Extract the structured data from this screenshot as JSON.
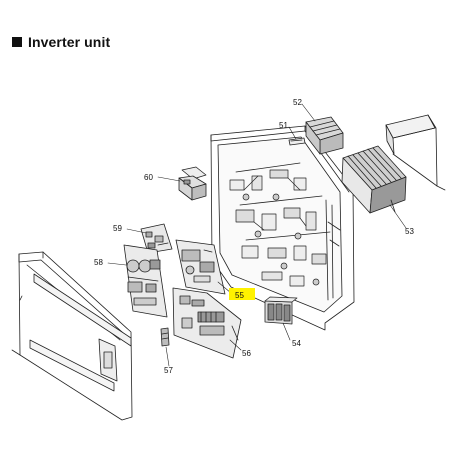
{
  "title": "Inverter unit",
  "highlight_color": "#fff200",
  "labels": {
    "p51": "51",
    "p52": "52",
    "p53": "53",
    "p54": "54",
    "p55": "55",
    "p56": "56",
    "p57": "57",
    "p58": "58",
    "p59": "59",
    "p60": "60"
  }
}
